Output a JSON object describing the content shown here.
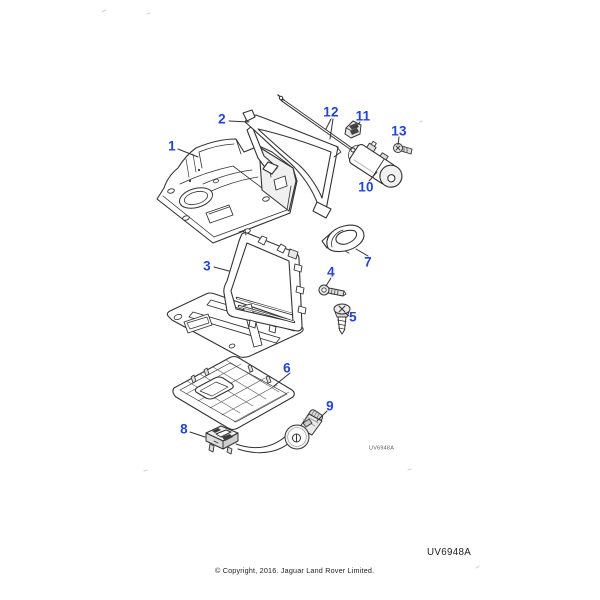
{
  "page": {
    "background": "#ffffff"
  },
  "diagram": {
    "code_large": "UV6948A",
    "code_small": "UV6948A",
    "copyright": "© Copyright, 2016. Jaguar Land Rover Limited.",
    "callout_color": "#2244d5",
    "line_color": "#333333",
    "part_count": 13
  },
  "callouts": {
    "c1": "1",
    "c2": "2",
    "c3": "3",
    "c4": "4",
    "c5": "5",
    "c6": "6",
    "c7": "7",
    "c8": "8",
    "c9": "9",
    "c10": "10",
    "c11": "11",
    "c12": "12",
    "c13": "13"
  }
}
